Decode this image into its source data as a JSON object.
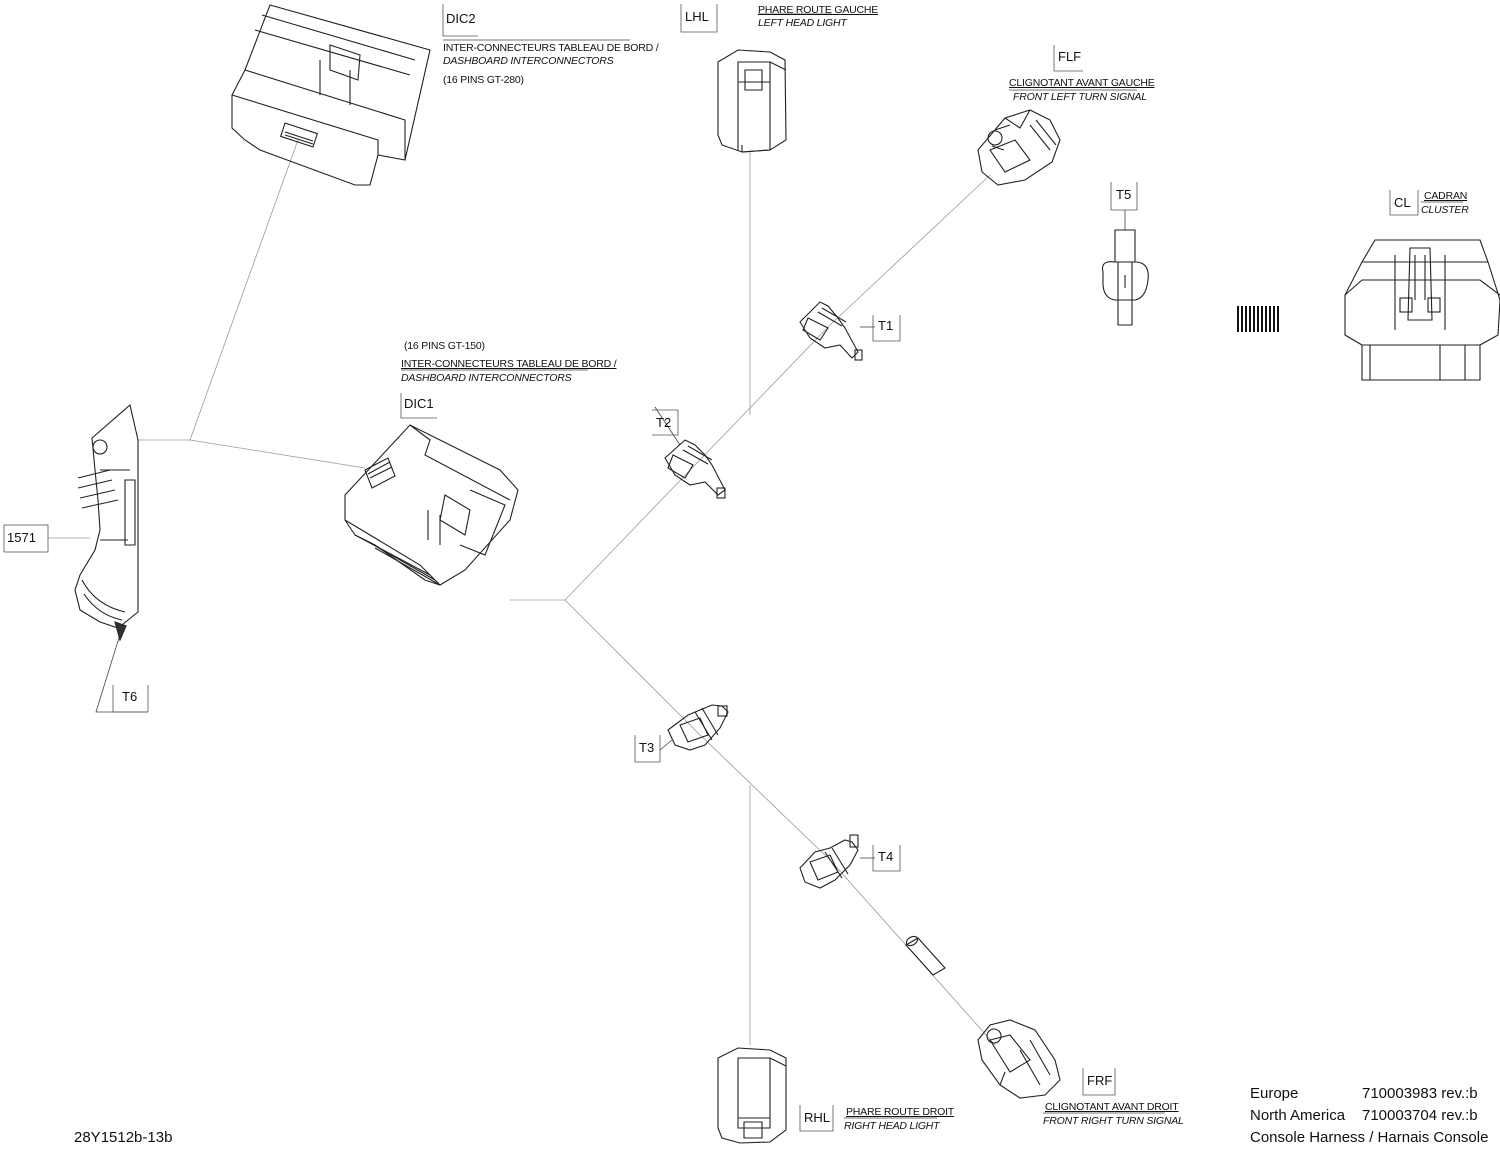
{
  "callouts": {
    "dic2": "DIC2",
    "dic1": "DIC1",
    "lhl": "LHL",
    "flf": "FLF",
    "t5": "T5",
    "cl": "CL",
    "t1": "T1",
    "t2": "T2",
    "t3": "T3",
    "t4": "T4",
    "t6": "T6",
    "rhl": "RHL",
    "frf": "FRF",
    "part_1571": "1571"
  },
  "descriptions": {
    "dic2_fr": "INTER-CONNECTEURS TABLEAU DE BORD /",
    "dic2_en": "DASHBOARD INTERCONNECTORS",
    "dic2_pins": "(16 PINS GT-280)",
    "dic1_pins": "(16 PINS GT-150)",
    "dic1_fr": "INTER-CONNECTEURS TABLEAU DE BORD /",
    "dic1_en": "DASHBOARD INTERCONNECTORS",
    "lhl_fr": "PHARE ROUTE GAUCHE",
    "lhl_en": "LEFT HEAD LIGHT",
    "flf_fr": "CLIGNOTANT AVANT GAUCHE",
    "flf_en": "FRONT LEFT TURN SIGNAL",
    "cl_fr": "CADRAN",
    "cl_en": "CLUSTER",
    "rhl_fr": "PHARE ROUTE DROIT",
    "rhl_en": "RIGHT HEAD LIGHT",
    "frf_fr": "CLIGNOTANT AVANT DROIT",
    "frf_en": "FRONT RIGHT TURN SIGNAL"
  },
  "info_block": {
    "europe_label": "Europe",
    "europe_value": "710003983 rev.:b",
    "na_label": "North America",
    "na_value": "710003704 rev.:b",
    "title": "Console Harness / Harnais Console"
  },
  "drawing_number": "28Y1512b-13b"
}
